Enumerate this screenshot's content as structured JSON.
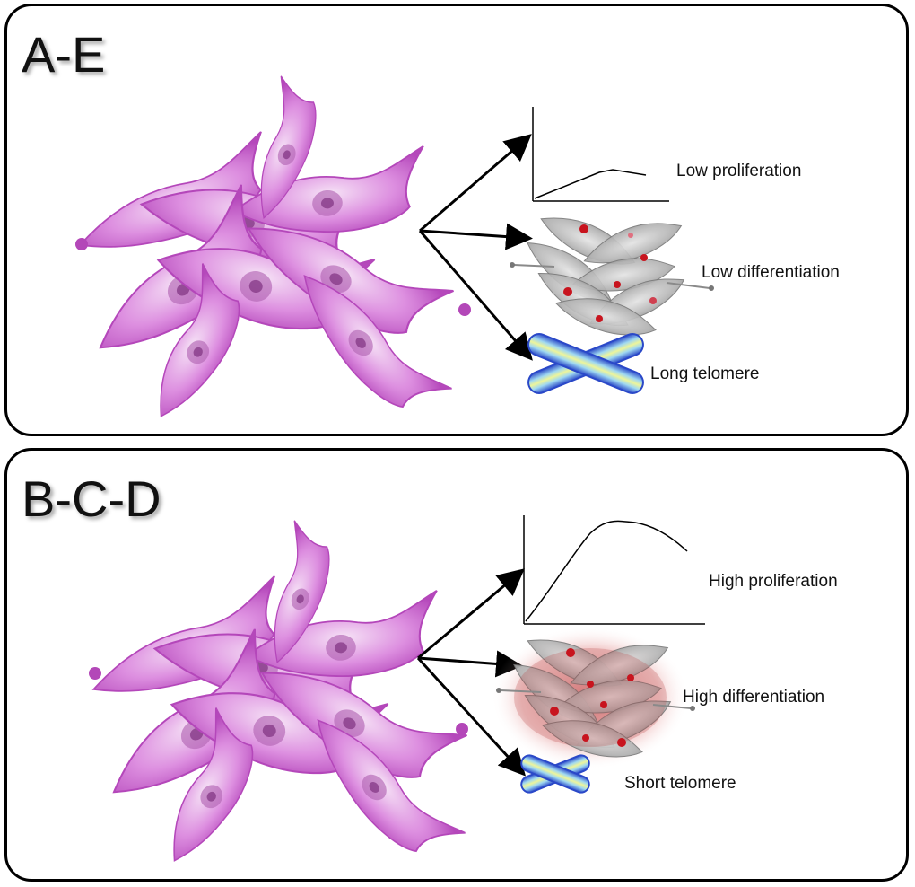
{
  "panels": [
    {
      "title": "A-E",
      "labels": {
        "proliferation": "Low proliferation",
        "differentiation": "Low differentiation",
        "telomere": "Long telomere"
      },
      "proliferation_curve": {
        "shape": "low plateau"
      },
      "differentiation_glow": false,
      "telomere_size": "long"
    },
    {
      "title": "B-C-D",
      "labels": {
        "proliferation": "High proliferation",
        "differentiation": "High differentiation",
        "telomere": "Short telomere"
      },
      "proliferation_curve": {
        "shape": "high peak"
      },
      "differentiation_glow": true,
      "telomere_size": "short"
    }
  ],
  "colors": {
    "cell_magenta": "#c457c9",
    "cell_light": "#f1d4f2",
    "nucleus": "#8a3d8c",
    "gray_cell": "#a5a5a5",
    "red_marker": "#c8141e",
    "chromosome_blue": "#2f5fd6",
    "chromosome_yellow": "#e8f08a",
    "border": "#000000"
  },
  "icons": [
    "cell-cluster-icon",
    "arrow-icon",
    "line-graph-icon",
    "gray-cell-cluster-icon",
    "chromosome-icon"
  ]
}
